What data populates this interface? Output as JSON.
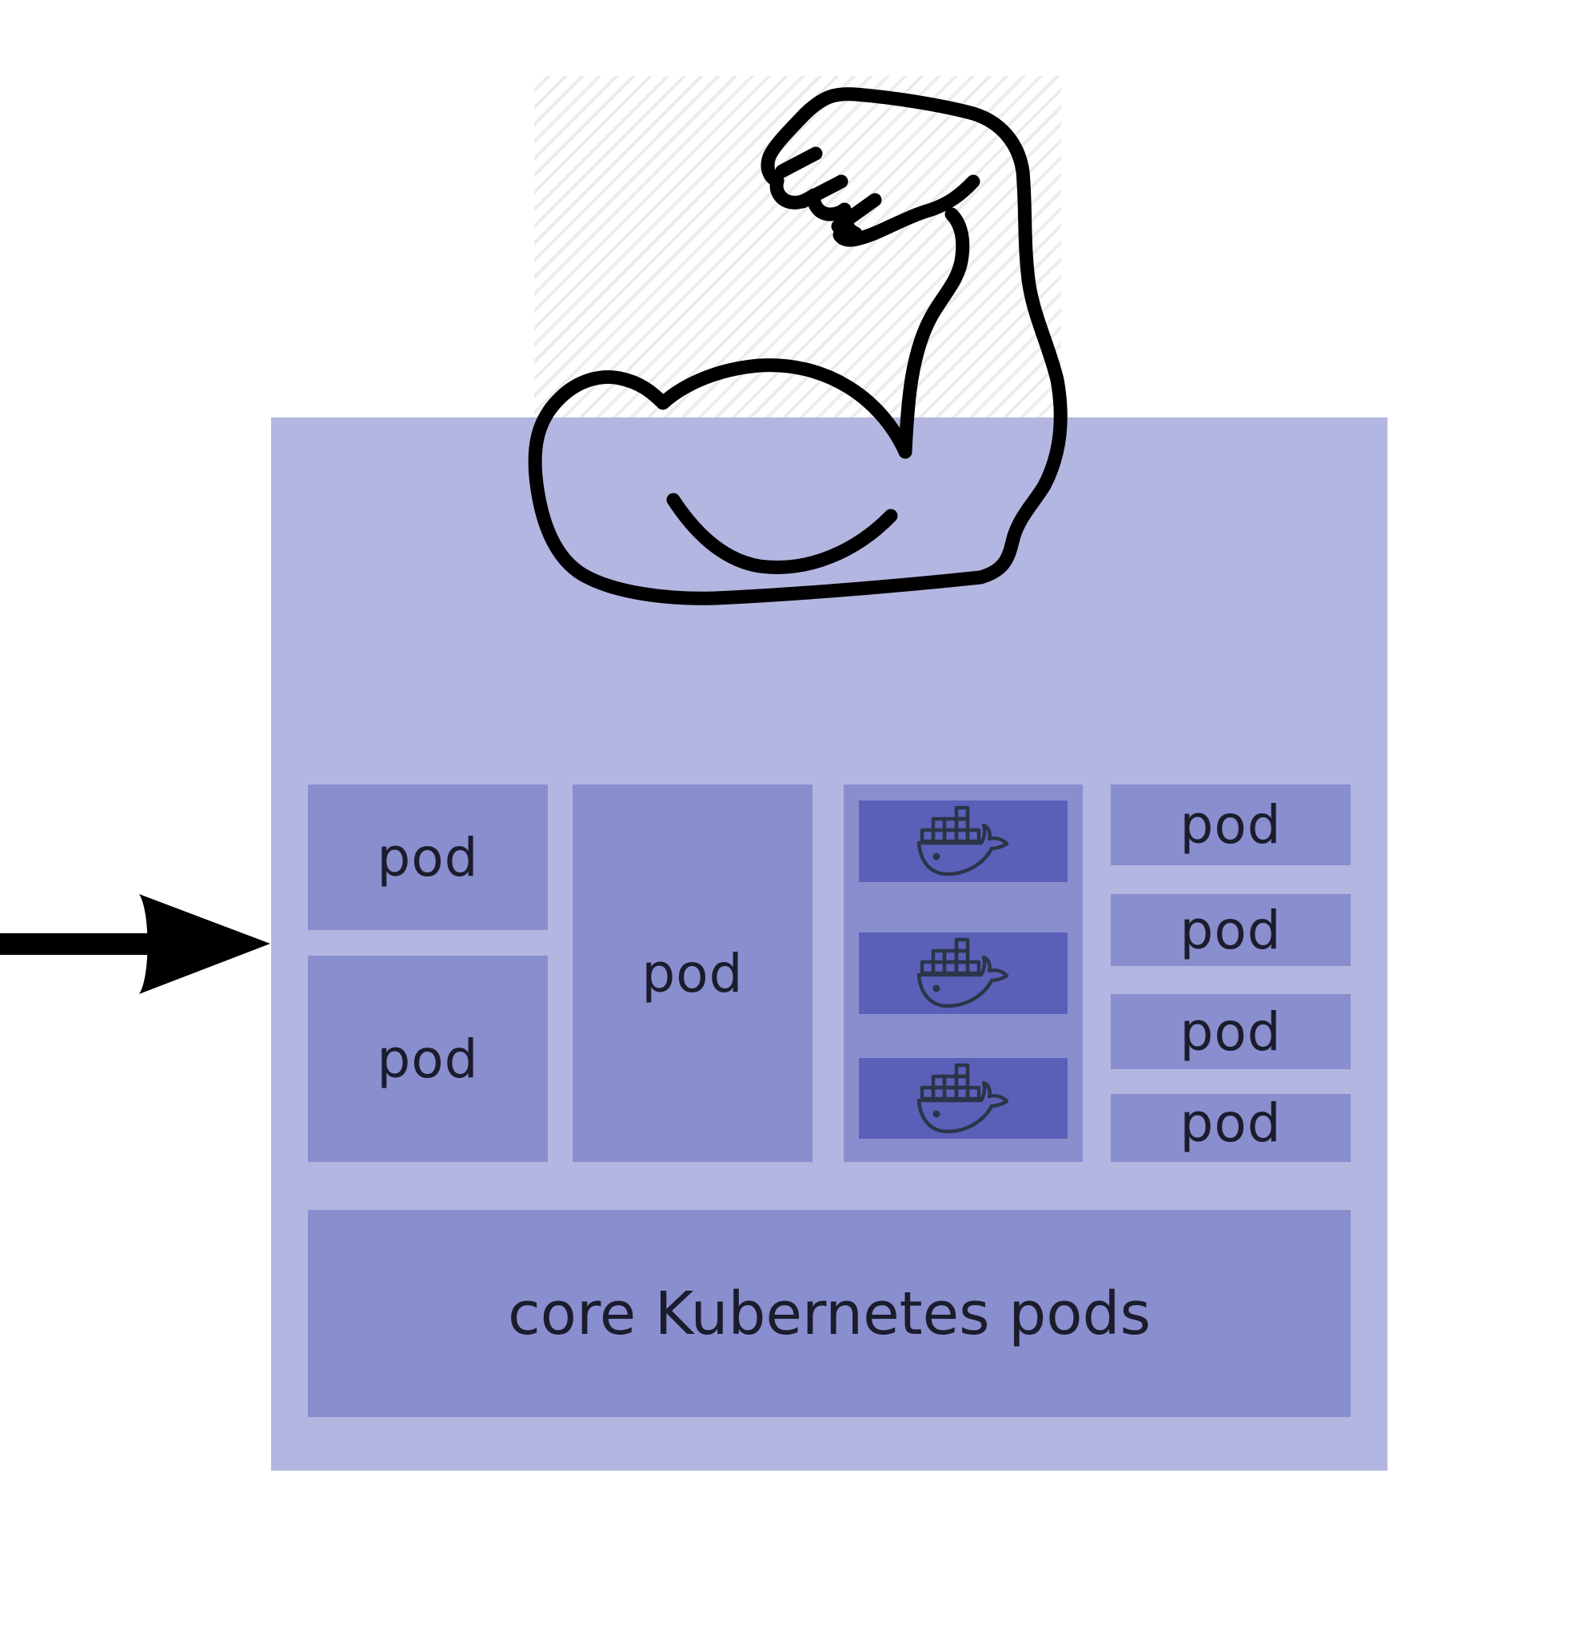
{
  "diagram": {
    "title_icon": "flexed-biceps-icon",
    "arrow_icon": "arrow-right-icon",
    "node": {
      "label": "",
      "pods": [
        {
          "label": "pod"
        },
        {
          "label": "pod"
        },
        {
          "label": "pod"
        }
      ],
      "container_group": {
        "containers": [
          {
            "icon": "docker-whale-icon"
          },
          {
            "icon": "docker-whale-icon"
          },
          {
            "icon": "docker-whale-icon"
          }
        ]
      },
      "small_pods": [
        {
          "label": "pod"
        },
        {
          "label": "pod"
        },
        {
          "label": "pod"
        },
        {
          "label": "pod"
        }
      ],
      "core": {
        "label": "core Kubernetes pods"
      }
    },
    "colors": {
      "node": "#b4b6e2",
      "pod": "#898ece",
      "container": "#5a60b8",
      "text": "#1b1c2c",
      "outline": "#000000"
    }
  }
}
